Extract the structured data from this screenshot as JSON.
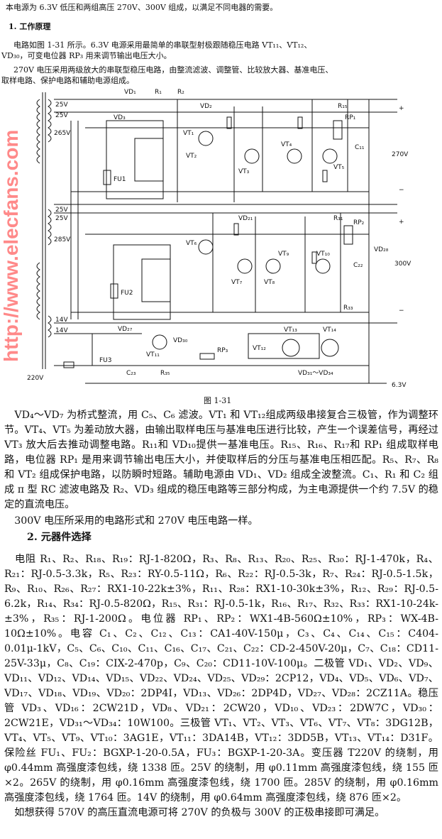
{
  "intro": "本电源为 6.3V 低压和两组高压 270V、300V 组成，以满足不同电器的需要。",
  "section1_title": "1. 工作原理",
  "para1_line1": "　电路如图 1-31 所示。6.3V 电源采用最简单的串联型射极跟随稳压电路 VT₁₁、VT₁₂、",
  "para1_line2": "VD₃₀，可变电位器 RP₃ 用来调节输出电压大小。",
  "para2_line1": "　270V 电压采用两级放大的串联型稳压电路，由整流滤波、调整管、比较放大器、基准电压、",
  "para2_line2": "取样电路、保护电路和辅助电源组成。",
  "diagram": {
    "labels": [
      "25V",
      "25V",
      "265V",
      "25V",
      "25V",
      "285V",
      "14V",
      "14V",
      "220V",
      "270V",
      "300V",
      "6.3V",
      "+",
      "+",
      "−",
      "−",
      "FU1",
      "FU2",
      "FU3",
      "VD₁",
      "R₁",
      "R₂",
      "VD₃",
      "VD₂",
      "VT₁",
      "VT₂",
      "VT₃",
      "VT₄",
      "VT₅",
      "VT₆",
      "VT₇",
      "VT₈",
      "VT₉",
      "VT₁₀",
      "VT₁₁",
      "VT₁₂",
      "VT₁₃",
      "VT₁₄",
      "RP₁",
      "RP₂",
      "RP₃",
      "C₁₁",
      "C₂₂",
      "VD₂₈",
      "VD₂₁",
      "R₁₅",
      "R₃₁",
      "R₃₃",
      "VD₃₁～VD₃₄",
      "VD₂₇",
      "VD₃₀",
      "R₃₅",
      "C₂₃"
    ]
  },
  "watermark": "http://www.elecfans.com",
  "caption": "图 1-31",
  "body": [
    "　VD₄～VD₇ 为桥式整流，用 C₅、C₆ 滤波。VT₁ 和 VT₁₂组成两级串接复合三极管，作为调整环节。VT₄、VT₅ 为差动放大器，由输出取样电压与基准电压进行比较，产生一个误差信号，再经过 VT₃ 放大后去推动调整电路。R₁₁和 VD₁₀提供一基准电压。R₁₅、R₁₆、R₁₇和 RP₁ 组成取样电路，电位器 RP₁ 是用来调节输出电压大小，并使取样后的分压与基准电压相匹配。R₅、R₇、R₈ 和 VT₂ 组成保护电路，以防瞬时短路。辅助电源由 VD₁、VD₂ 组成全波整流。C₁、R₁ 和 C₂ 组成 π 型 RC 滤波电路及 R₂、VD₃ 组成的稳压电路等三部分构成，为主电源提供一个约 7.5V 的稳定的直流电压。",
    "　300V 电压所采用的电路形式和 270V 电压电路一样。"
  ],
  "section2_title": "2. 元器件选择",
  "components": "　电阻 R₁、R₂、R₁₈、R₁₉：RJ-1-820Ω，R₃、R₈、R₁₃、R₂₀、R₂₅、R₃₀：RJ-1-470k，R₄、R₂₁：RJ-0.5-3.3k，R₅、R₂₃：RY-0.5-11Ω，R₆、R₂₂：RJ-0.5-3k，R₇、R₂₄：RJ-0.5-1.5k，R₉、R₁₀、R₂₆、R₂₇：RX1-10-22k±3%，R₁₁、R₂₈：RX1-10-30k±3%，R₁₂、R₂₉：RJ-0.5-6.2k，R₁₄、R₃₄：RJ-0.5-820Ω，R₁₅、R₃₁：RJ-0.5-1k，R₁₆、R₁₇、R₃₂、R₃₃：RX1-10-24k-±3%，R₃₅：RJ-1-200Ω。电位器 RP₁、RP₂：WX1-4B-560Ω±10%，RP₃：WX-4B-10Ω±10%。电容 C₁、C₂、C₁₂、C₁₃：CA1-40V-150μ，C₃、C₄、C₁₄、C₁₅：C404-0.01μ-1kV，C₅、C₆、C₁₀、C₁₁、C₁₆、C₁₇、C₂₁、C₂₂：CD-2-450V-20μ，C₇、C₁₈：CD11-25V-33μ，C₈、C₁₉：CIX-2-470p，C₉、C₂₀：CD11-10V-100μ。二极管 VD₁、VD₂、VD₉、VD₁₁、VD₁₂、VD₁₄、VD₁₅、VD₂₂、VD₂₄、VD₂₅、VD₂₉：2CP12，VD₄、VD₅、VD₆、VD₇、VD₁₇、VD₁₈、VD₁₉、VD₂₀：2DP4I，VD₁₃、VD₂₆：2DP4D，VD₂₇、VD₂₈：2CZ11A。稳压管 VD₃、VD₁₆：2CW21D，VD₈、VD₂₁：2CW20，VD₁₀、VD₂₃：2DW7C，VD₃₀：2CW21E，VD₃₁～VD₃₄：10W100。三极管 VT₁、VT₂、VT₃、VT₆、VT₇、VT₈：3DG12B，VT₄、VT₅、VT₉、VT₁₀：3AG1E，VT₁₁：3DA14B，VT₁₂：3DD5B，VT₁₃、VT₁₄：D31F。保险丝 FU₁、FU₂：BGXP-1-20-0.5A，FU₃：BGXP-1-20-3A。变压器 T220V 的绕制，用 φ0.44mm 高强度漆包线，绕 1338 匝。25V 的绕制，用 φ0.11mm 高强度漆包线，绕 155 匝×2。265V 的绕制，用 φ0.16mm 高强度漆包线，绕 1700 匝。285V 的绕制，用 φ0.16mm 高强度漆包线，绕 1764 匝。14V 的绕制，用 φ0.64mm 高强度漆包线，绕 876 匝×2。",
  "closing": "　如想获得 570V 的高压直流电源可将 270V 的负极与 300V 的正极串接即可满足。"
}
